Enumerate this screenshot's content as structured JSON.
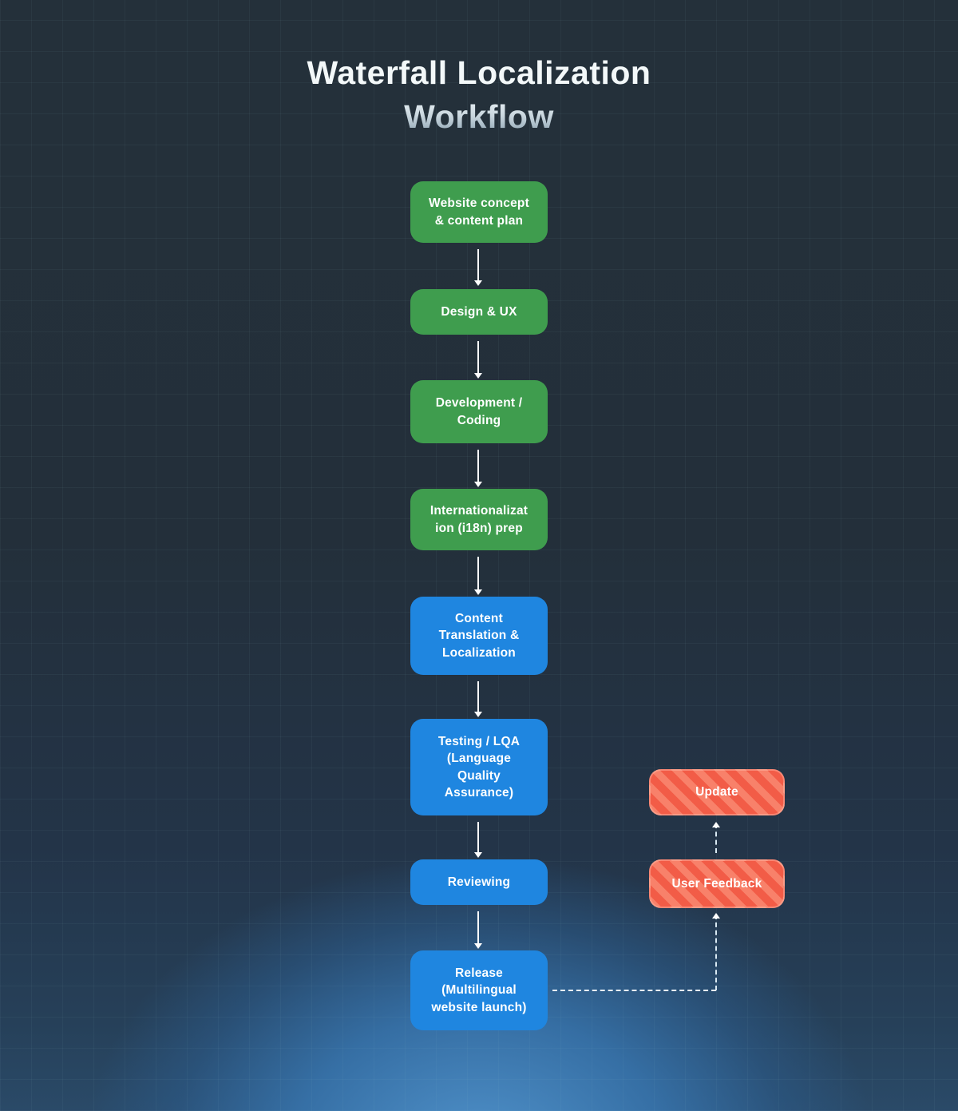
{
  "title": {
    "line1": "Waterfall Localization",
    "line2": "Workflow"
  },
  "nodes": [
    {
      "id": "website-concept",
      "label": "Website concept\n& content plan",
      "type": "green"
    },
    {
      "id": "design-ux",
      "label": "Design & UX",
      "type": "green"
    },
    {
      "id": "development-coding",
      "label": "Development /\nCoding",
      "type": "green"
    },
    {
      "id": "i18n-prep",
      "label": "Internationalizat\nion (i18n) prep",
      "type": "green"
    },
    {
      "id": "content-translation",
      "label": "Content\nTranslation &\nLocalization",
      "type": "blue"
    },
    {
      "id": "testing-lqa",
      "label": "Testing / LQA\n(Language\nQuality\nAssurance)",
      "type": "blue"
    },
    {
      "id": "reviewing",
      "label": "Reviewing",
      "type": "blue"
    },
    {
      "id": "release",
      "label": "Release\n(Multilingual\nwebsite launch)",
      "type": "blue"
    }
  ],
  "side_nodes": [
    {
      "id": "update",
      "label": "Update",
      "type": "orange"
    },
    {
      "id": "user-feedback",
      "label": "User Feedback",
      "type": "orange"
    }
  ],
  "connectors": {
    "main_flow_style": "solid-white-arrow-down",
    "feedback_loop_style": "dashed-white-arrow-up",
    "loop_path": "release → user-feedback → update"
  },
  "colors": {
    "background_top": "#24303a",
    "background_glow": "#3e83c2",
    "grid_line": "rgba(150,200,205,0.06)",
    "node_green": "#3f9d4e",
    "node_blue": "#1f86e0",
    "node_orange_base": "#f25c47",
    "node_orange_stripe": "#f8816a",
    "node_text": "#ffffff",
    "title_primary": "#f3f8f9",
    "title_secondary": "#b7c7d2",
    "arrow": "#ffffff"
  }
}
